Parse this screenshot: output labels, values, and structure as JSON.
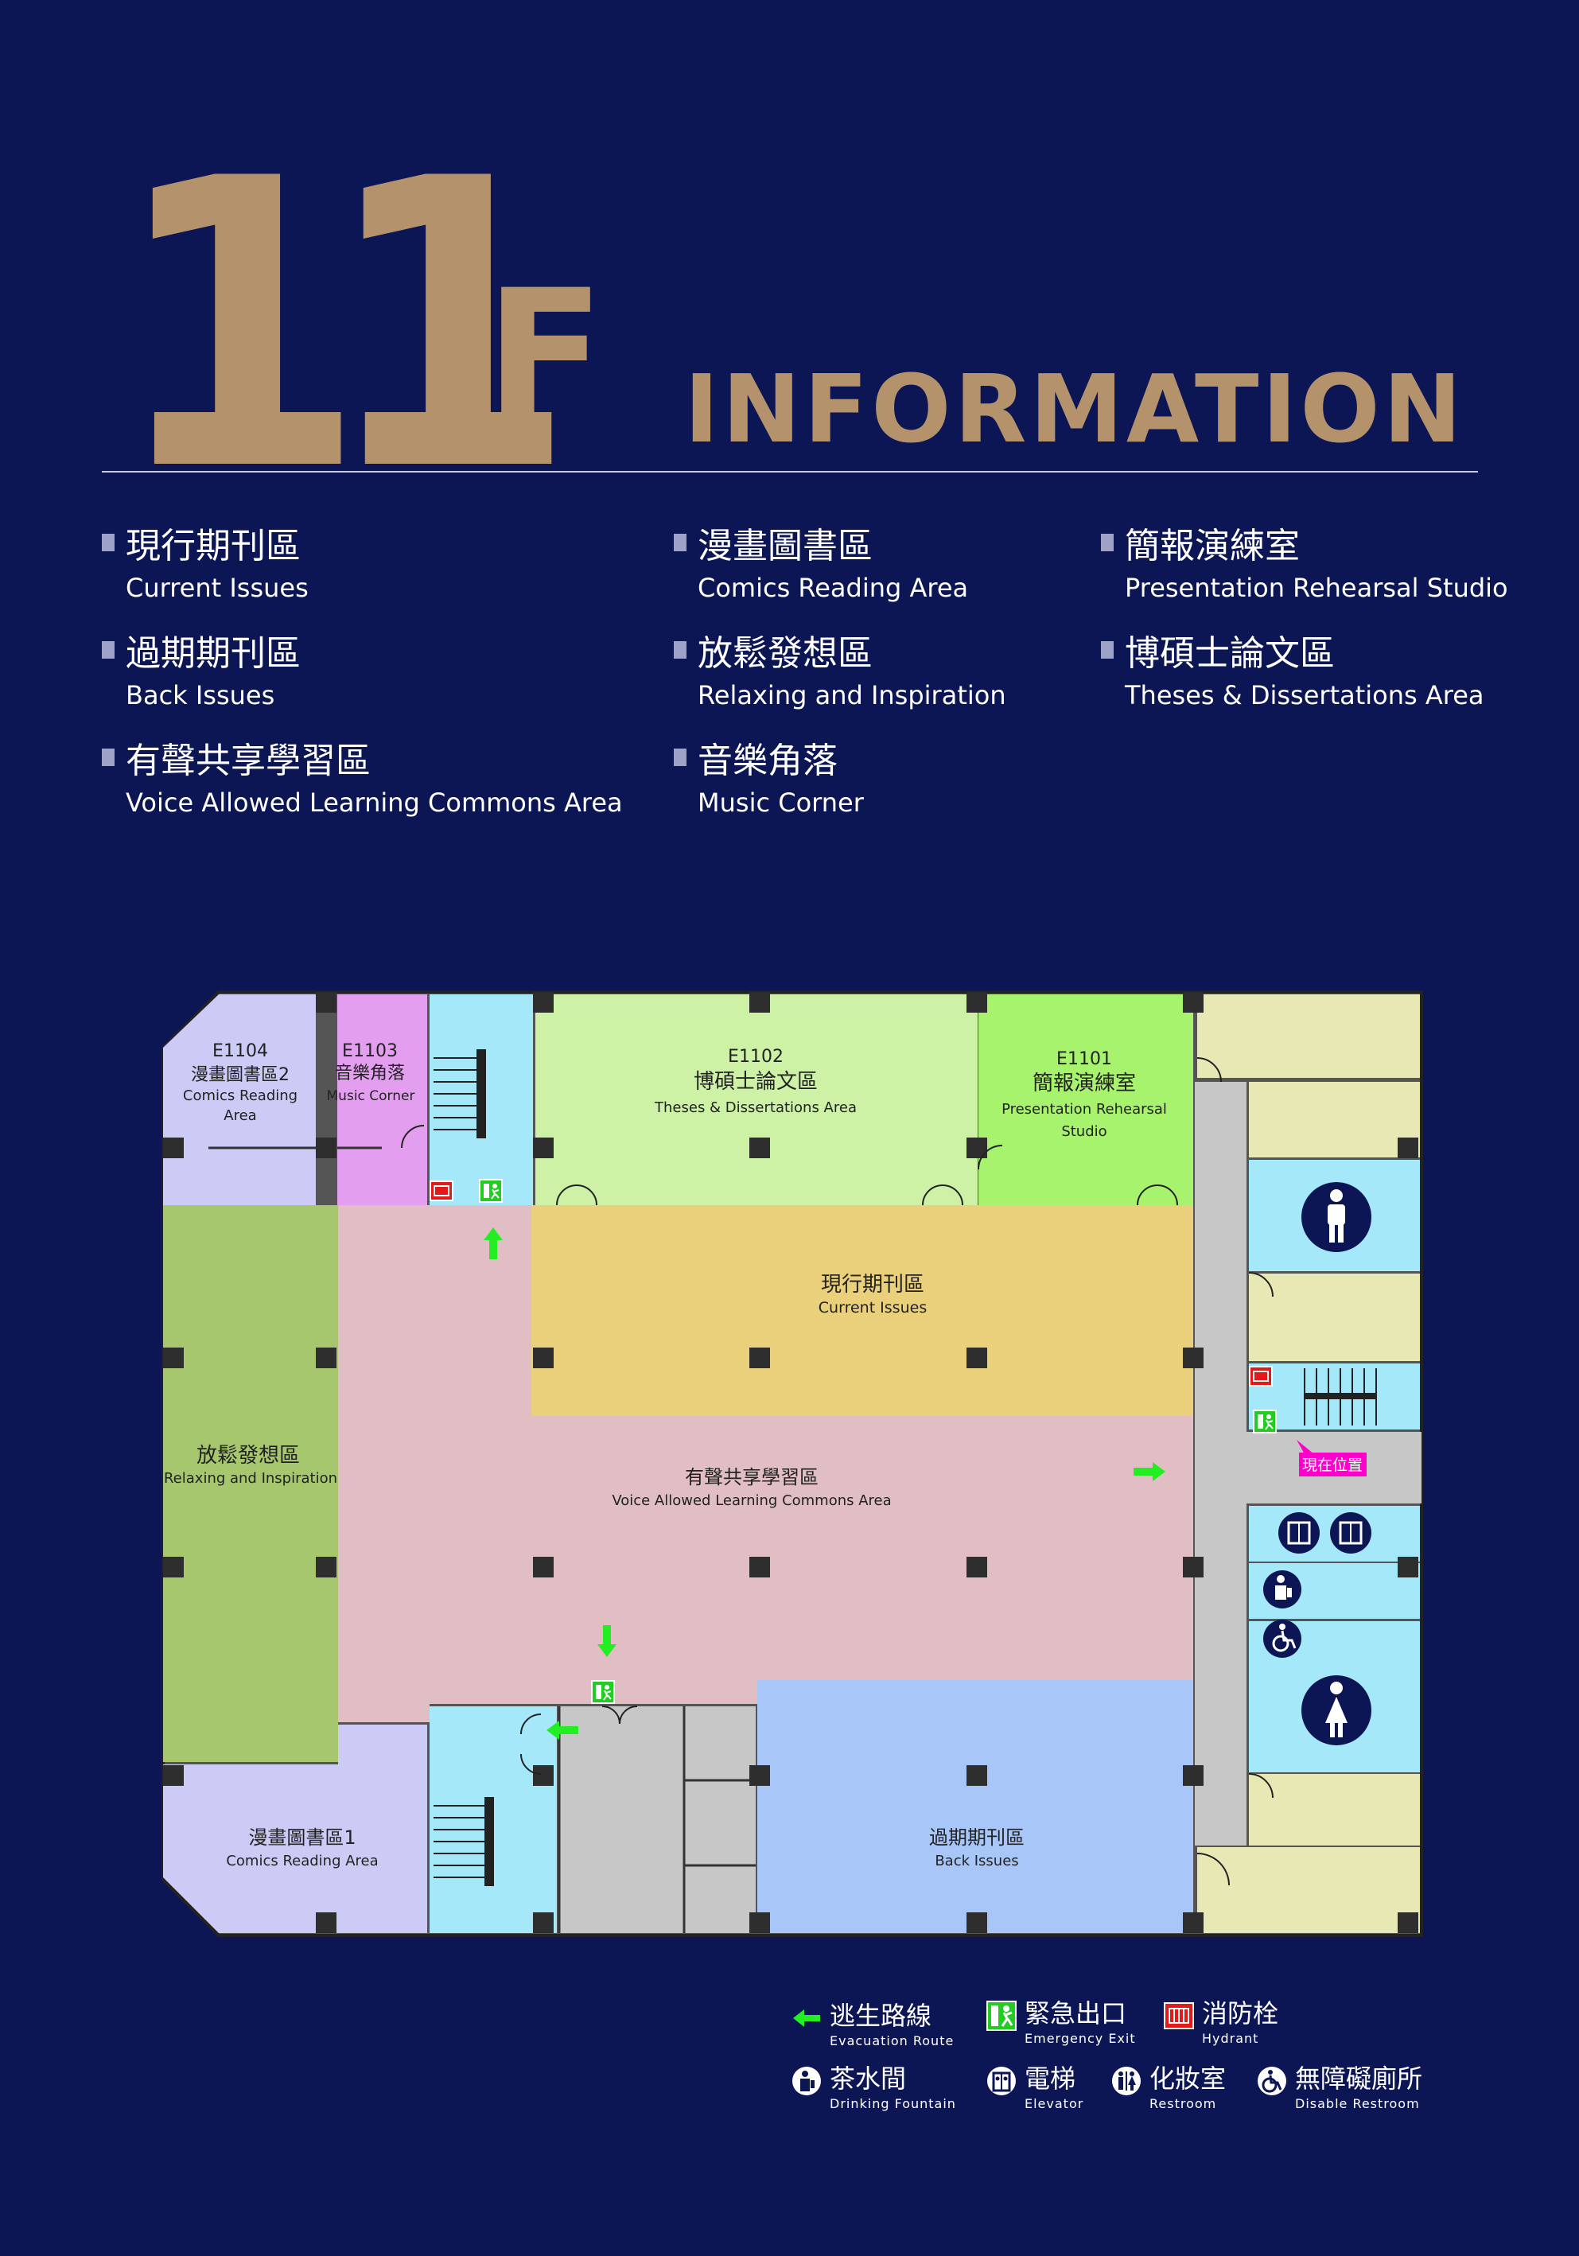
{
  "header": {
    "floor_number": "11",
    "floor_suffix": "F",
    "subtitle": "INFORMATION"
  },
  "areas_legend": [
    {
      "zh": "現行期刊區",
      "en": "Current Issues"
    },
    {
      "zh": "過期期刊區",
      "en": "Back Issues"
    },
    {
      "zh": "有聲共享學習區",
      "en": "Voice Allowed Learning Commons Area"
    },
    {
      "zh": "漫畫圖書區",
      "en": "Comics Reading Area"
    },
    {
      "zh": "放鬆發想區",
      "en": "Relaxing and Inspiration"
    },
    {
      "zh": "音樂角落",
      "en": "Music Corner"
    },
    {
      "zh": "簡報演練室",
      "en": "Presentation Rehearsal Studio"
    },
    {
      "zh": "博碩士論文區",
      "en": "Theses & Dissertations Area"
    }
  ],
  "rooms": {
    "e1104": {
      "code": "E1104",
      "zh": "漫畫圖書區2",
      "en1": "Comics Reading",
      "en2": "Area"
    },
    "e1103": {
      "code": "E1103",
      "zh": "音樂角落",
      "en": "Music Corner"
    },
    "e1102": {
      "code": "E1102",
      "zh": "博碩士論文區",
      "en": "Theses & Dissertations Area"
    },
    "e1101": {
      "code": "E1101",
      "zh": "簡報演練室",
      "en1": "Presentation Rehearsal",
      "en2": "Studio"
    },
    "current": {
      "zh": "現行期刊區",
      "en": "Current Issues"
    },
    "relax": {
      "zh": "放鬆發想區",
      "en": "Relaxing and Inspiration"
    },
    "commons": {
      "zh": "有聲共享學習區",
      "en": "Voice Allowed Learning Commons Area"
    },
    "comics1": {
      "zh": "漫畫圖書區1",
      "en": "Comics Reading Area"
    },
    "back": {
      "zh": "過期期刊區",
      "en": "Back Issues"
    }
  },
  "you_are_here": "現在位置",
  "colors": {
    "background": "#0d1654",
    "title": "#b4936c",
    "current": "#ebd07b",
    "commons": "#e0bec3",
    "relax": "#a7c76e",
    "comics": "#cbcbf6",
    "music": "#e39ef0",
    "theses": "#cdf2a6",
    "rehearsal": "#a8f36e",
    "back": "#a9c6f8",
    "stairs": "#a5e8f9",
    "corridor": "#c7c7c7",
    "service": "#e8e8b4",
    "route": "#22ee22",
    "hydrant": "#e21a1a",
    "here": "#ff00cc"
  },
  "map_key": [
    {
      "icon": "evacuation-arrow-icon",
      "zh": "逃生路線",
      "en": "Evacuation Route"
    },
    {
      "icon": "emergency-exit-icon",
      "zh": "緊急出口",
      "en": "Emergency Exit"
    },
    {
      "icon": "hydrant-icon",
      "zh": "消防栓",
      "en": "Hydrant"
    },
    {
      "icon": "drinking-fountain-icon",
      "zh": "茶水間",
      "en": "Drinking Fountain"
    },
    {
      "icon": "elevator-icon",
      "zh": "電梯",
      "en": "Elevator"
    },
    {
      "icon": "restroom-icon",
      "zh": "化妝室",
      "en": "Restroom"
    },
    {
      "icon": "disabled-restroom-icon",
      "zh": "無障礙廁所",
      "en": "Disable Restroom"
    }
  ]
}
